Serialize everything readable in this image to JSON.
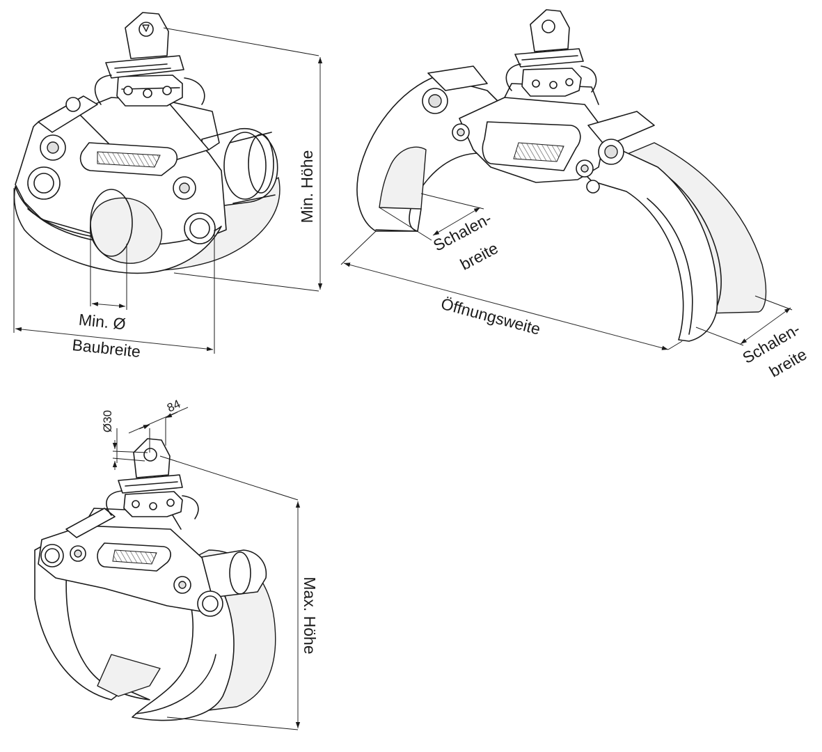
{
  "labels": {
    "min_hoehe": "Min. Höhe",
    "min_durchmesser": "Min. Ø",
    "baubreite": "Baubreite",
    "schalenbreite_1_line1": "Schalen-",
    "schalenbreite_1_line2": "breite",
    "oeffnungsweite": "Öffnungsweite",
    "schalenbreite_2_line1": "Schalen-",
    "schalenbreite_2_line2": "breite",
    "rotator_durchmesser": "Ø30",
    "rotator_breite": "84",
    "max_hoehe": "Max. Höhe"
  },
  "colors": {
    "line": "#1a1a1a",
    "background": "#ffffff"
  }
}
